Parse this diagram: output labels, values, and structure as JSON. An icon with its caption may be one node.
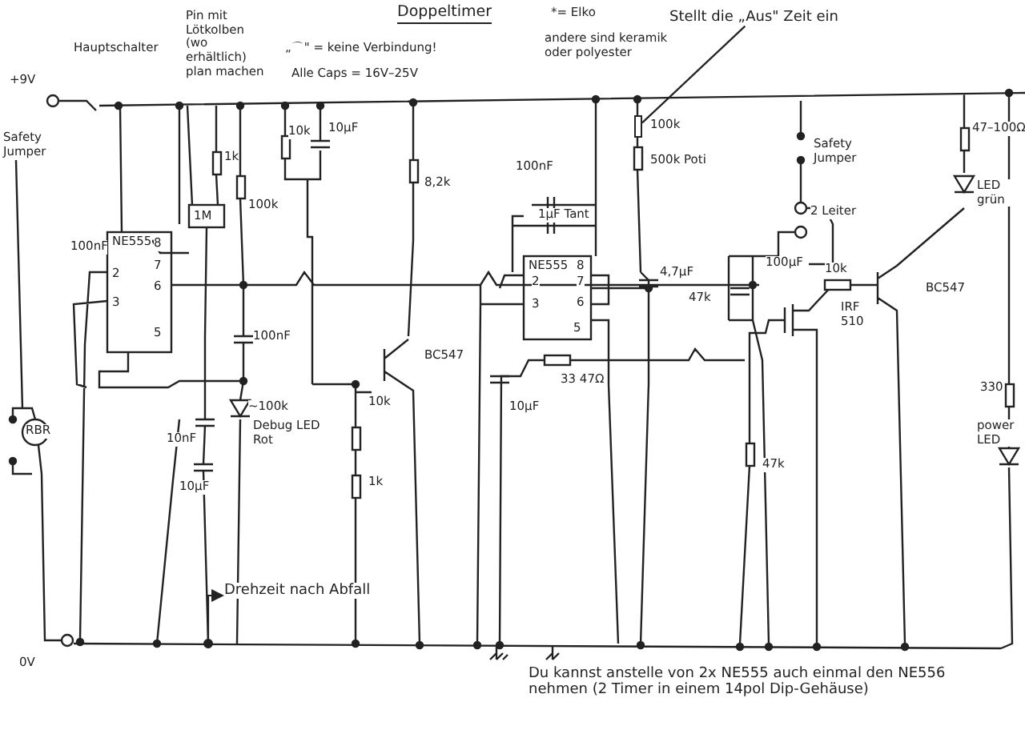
{
  "diagram": {
    "title": "Doppeltimer",
    "nodes": [
      {
        "text": [
          "Drehzeit nach Abfall"
        ]
      },
      {
        "text": [],
        "shape": "circle"
      },
      {
        "text": [
          "Stellt die „Aus\" Zeit ein"
        ]
      },
      {
        "text": [],
        "shape": "box"
      }
    ],
    "edges": [
      {
        "from": 1,
        "to": 0,
        "arrow": "to"
      },
      {
        "from": 2,
        "to": 3,
        "arrow": "none"
      }
    ],
    "labels": [
      "+9V",
      "Hauptschalter",
      "Pin mit Lötkolben (wo erhältlich) plan machen",
      "„⌒\" = keine Verbindung!",
      "Alle Caps = 16V–25V",
      "*= Elko",
      "andere sind keramik oder polyester",
      "Safety Jumper",
      "10k",
      "10µF",
      "1k",
      "100k",
      "8,2k",
      "NE555",
      "8",
      "7",
      "6",
      "5",
      "2",
      "3",
      "100nF",
      "RBR",
      "100nF",
      "1M",
      "~100k",
      "10nF",
      "10µF",
      "Debug LED Rot",
      "BC547",
      "10k",
      "1k",
      "100nF",
      "1µF Tant",
      "NE555",
      "8",
      "7",
      "6",
      "5",
      "2",
      "3",
      "4,7µF",
      "47k",
      "33 47Ω",
      "10µF",
      "100µF",
      "2 Leiter",
      "IRF 510",
      "47k",
      "10k",
      "BC547",
      "47–100Ω",
      "LED grün",
      "330",
      "power LED",
      "500k Poti",
      "100k",
      "Safety Jumper",
      "0V",
      "Du kannst anstelle von 2x NE555 auch einmal den NE556 nehmen (2 Timer in einem 14pol Dip-Gehäuse)"
    ]
  }
}
